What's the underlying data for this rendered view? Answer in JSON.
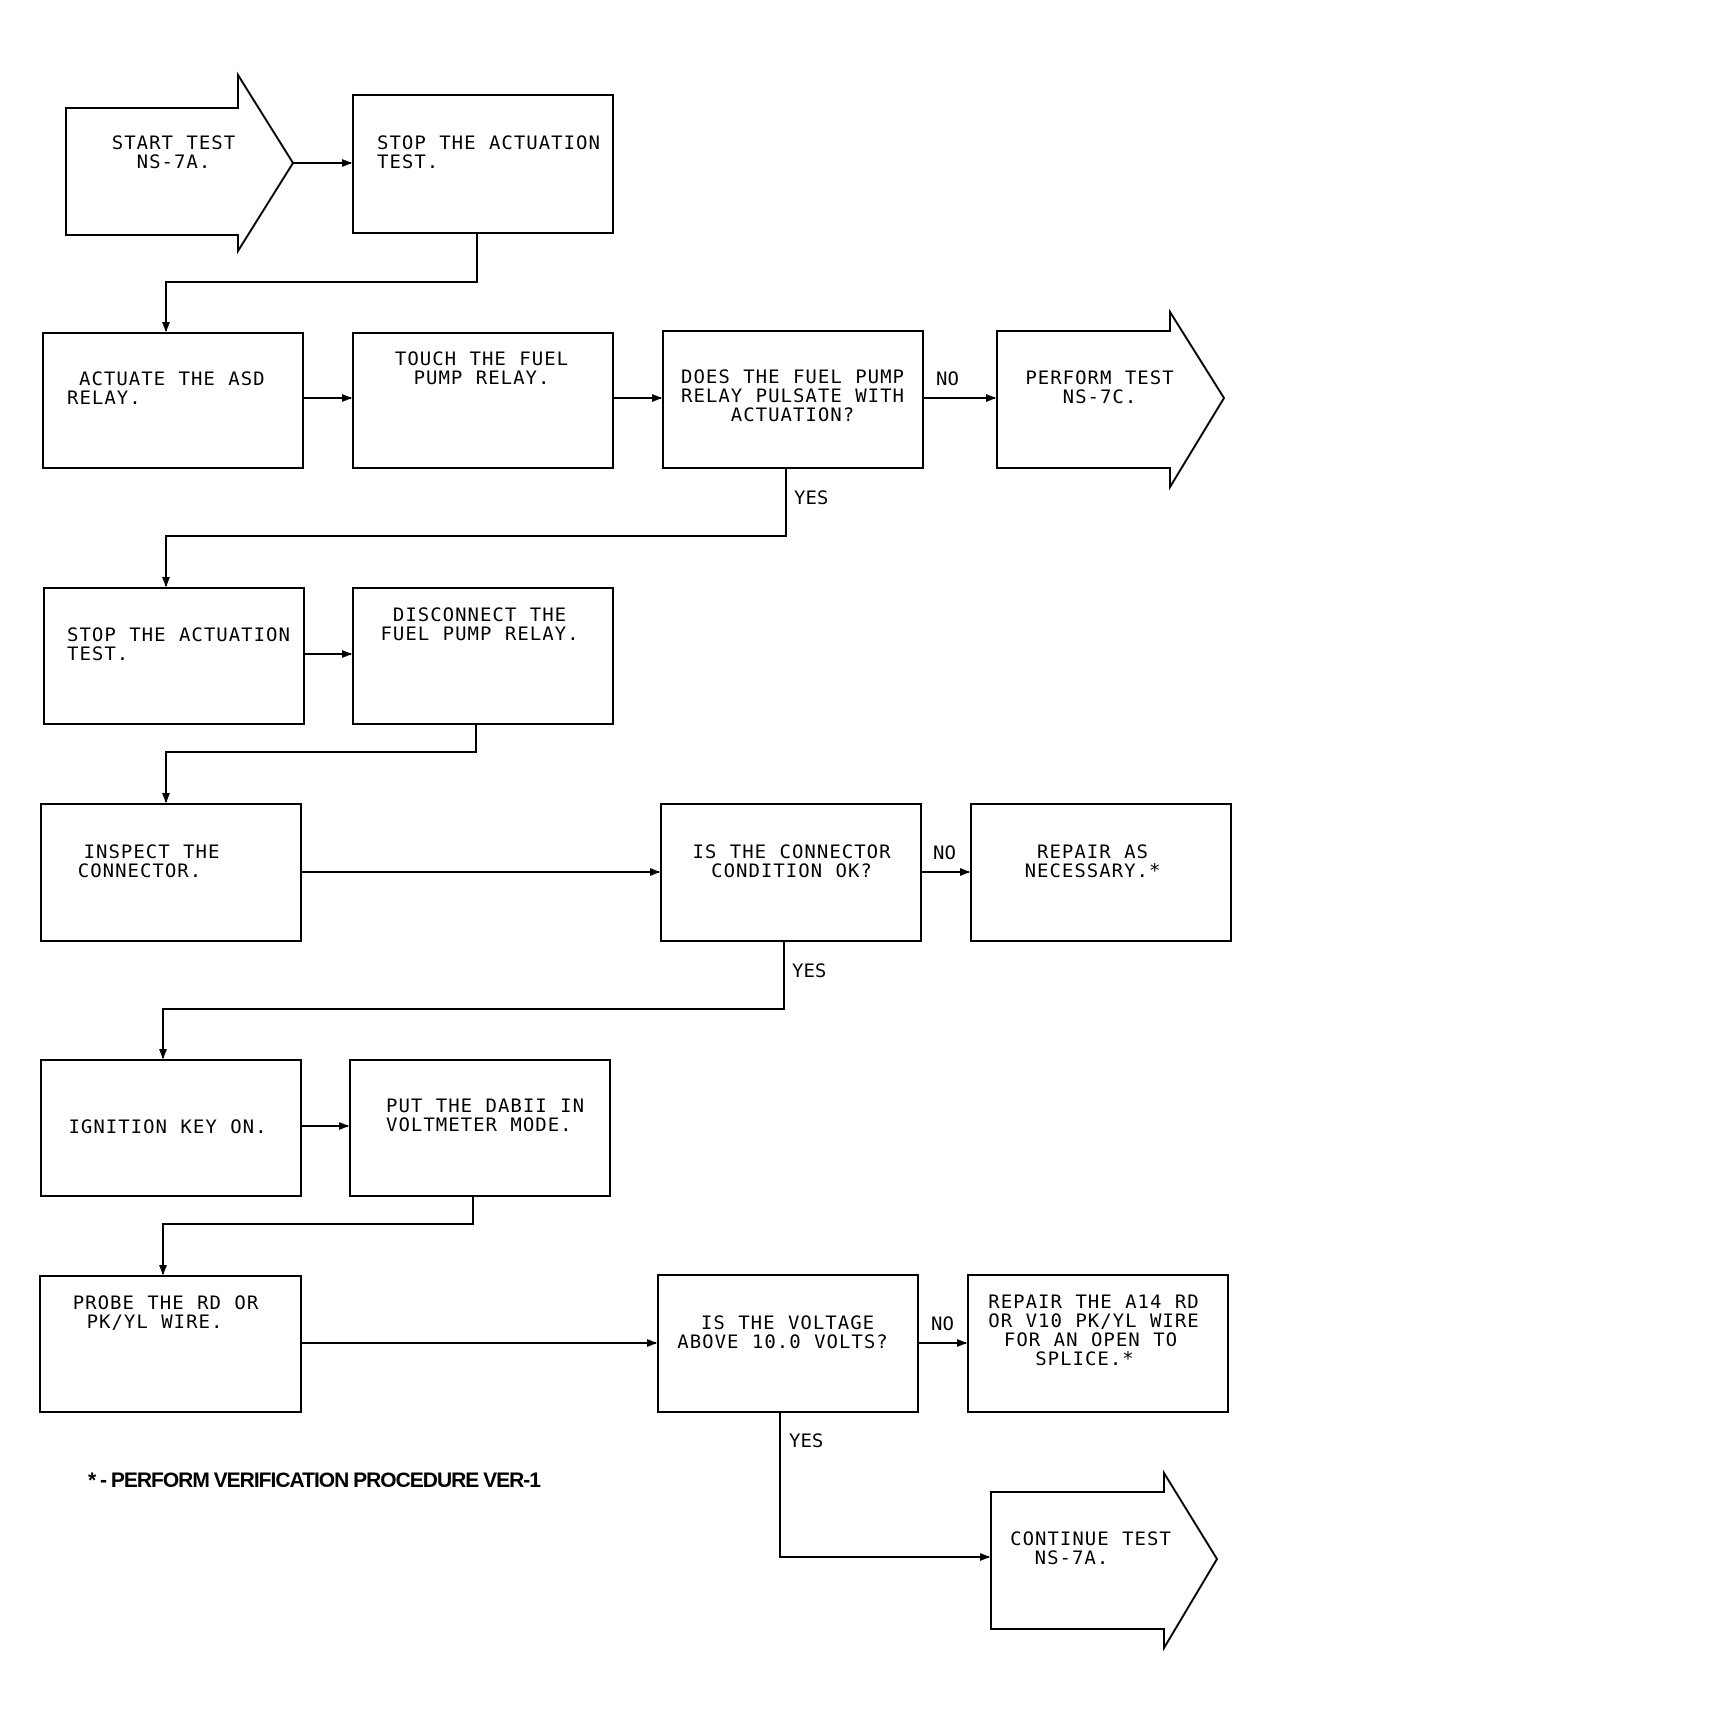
{
  "nodes": {
    "start_test": [
      "START TEST",
      "NS-7A."
    ],
    "stop_actuation_1": [
      "STOP THE ACTUATION",
      "TEST."
    ],
    "actuate_asd": [
      "ACTUATE THE ASD",
      "RELAY."
    ],
    "touch_fuel_pump": [
      "TOUCH THE FUEL",
      "PUMP RELAY."
    ],
    "fuel_pump_pulsate": [
      "DOES THE FUEL PUMP",
      "RELAY PULSATE WITH",
      "ACTUATION?"
    ],
    "perform_ns7c": [
      "PERFORM TEST",
      "NS-7C."
    ],
    "stop_actuation_2": [
      "STOP THE ACTUATION",
      "TEST."
    ],
    "disconnect_fuel_pump": [
      "DISCONNECT THE",
      "FUEL PUMP RELAY."
    ],
    "inspect_connector": [
      "INSPECT THE",
      "CONNECTOR."
    ],
    "connector_ok": [
      "IS THE CONNECTOR",
      "CONDITION OK?"
    ],
    "repair_as_necessary": [
      "REPAIR AS",
      "NECESSARY.*"
    ],
    "ignition_key_on": [
      "IGNITION KEY ON."
    ],
    "dabii_voltmeter": [
      "PUT THE DABII IN",
      "VOLTMETER MODE."
    ],
    "probe_wire": [
      "PROBE THE RD OR",
      "PK/YL WIRE."
    ],
    "voltage_above": [
      "IS THE VOLTAGE",
      "ABOVE 10.0 VOLTS?"
    ],
    "repair_wire": [
      "REPAIR THE A14 RD",
      "OR V10 PK/YL WIRE",
      "FOR AN OPEN TO",
      "SPLICE.*"
    ],
    "continue_ns7a": [
      "CONTINUE TEST",
      "NS-7A."
    ]
  },
  "edge_labels": {
    "no_1": "NO",
    "yes_1": "YES",
    "no_2": "NO",
    "yes_2": "YES",
    "no_3": "NO",
    "yes_3": "YES"
  },
  "footnote": "* - PERFORM VERIFICATION PROCEDURE VER-1"
}
